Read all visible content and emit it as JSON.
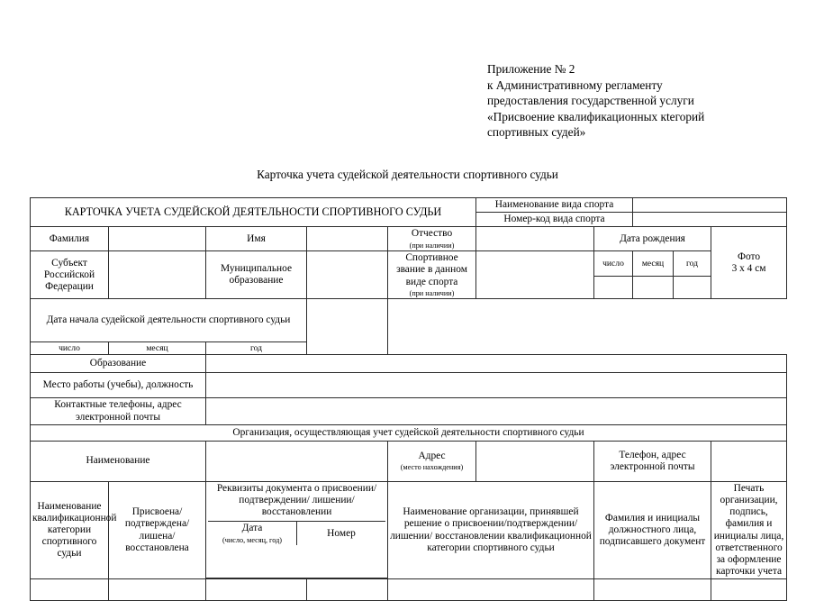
{
  "appendix": {
    "lines": [
      "Приложение № 2",
      "к Административному регламенту",
      "предоставления государственной услуги",
      "«Присвоение квалификационных кtегорий",
      "спортивных судей»"
    ]
  },
  "doc_title": "Карточка учета судейской деятельности спортивного судьи",
  "table": {
    "card_title": "КАРТОЧКА УЧЕТА СУДЕЙСКОЙ ДЕЯТЕЛЬНОСТИ СПОРТИВНОГО СУДЬИ",
    "sport_name_label": "Наименование вида спорта",
    "sport_code_label": "Номер-код вида спорта",
    "surname_label": "Фамилия",
    "firstname_label": "Имя",
    "patronymic_label": "Отчество",
    "patronymic_note": "(при наличии)",
    "birth_date_label": "Дата рождения",
    "day_label": "число",
    "month_label": "месяц",
    "year_label": "год",
    "photo_label": "Фото",
    "photo_size": "3 х 4 см",
    "subject_label": "Субъект Российской Федерации",
    "municipality_label": "Муниципальное образование",
    "sport_rank_label": "Спортивное звание в данном виде спорта",
    "sport_rank_note": "(при наличии)",
    "start_date_label": "Дата начала судейской деятельности спортивного судьи",
    "education_label": "Образование",
    "workplace_label": "Место работы (учебы), должность",
    "contacts_label": "Контактные телефоны, адрес электронной почты",
    "org_banner": "Организация, осуществляющая учет судейской деятельности спортивного судьи",
    "org_name_label": "Наименование",
    "address_label": "Адрес",
    "address_note": "(место нахождения)",
    "phone_label": "Телефон, адрес электронной почты",
    "category_name_label": "Наименование квалификационной категории спортивного судьи",
    "status_label": "Присвоена/ подтверждена/ лишена/ восстановлена",
    "requisites_label": "Реквизиты документа о присвоении/подтверждении/ лишении/восстановлении",
    "requisites_date_label": "Дата",
    "requisites_date_note": "(число, месяц, год)",
    "requisites_number_label": "Номер",
    "deciding_org_label": "Наименование организации, принявшей решение о присвоении/подтверждении/лишении/ восстановлении квалификационной категории спортивного судьи",
    "official_label": "Фамилия и инициалы должностного лица, подписавшего документ",
    "seal_label": "Печать организации, подпись, фамилия и инициалы лица, ответственного за оформление карточки учета"
  },
  "colors": {
    "border": "#2b2b2b",
    "text": "#000000",
    "background": "#ffffff"
  }
}
